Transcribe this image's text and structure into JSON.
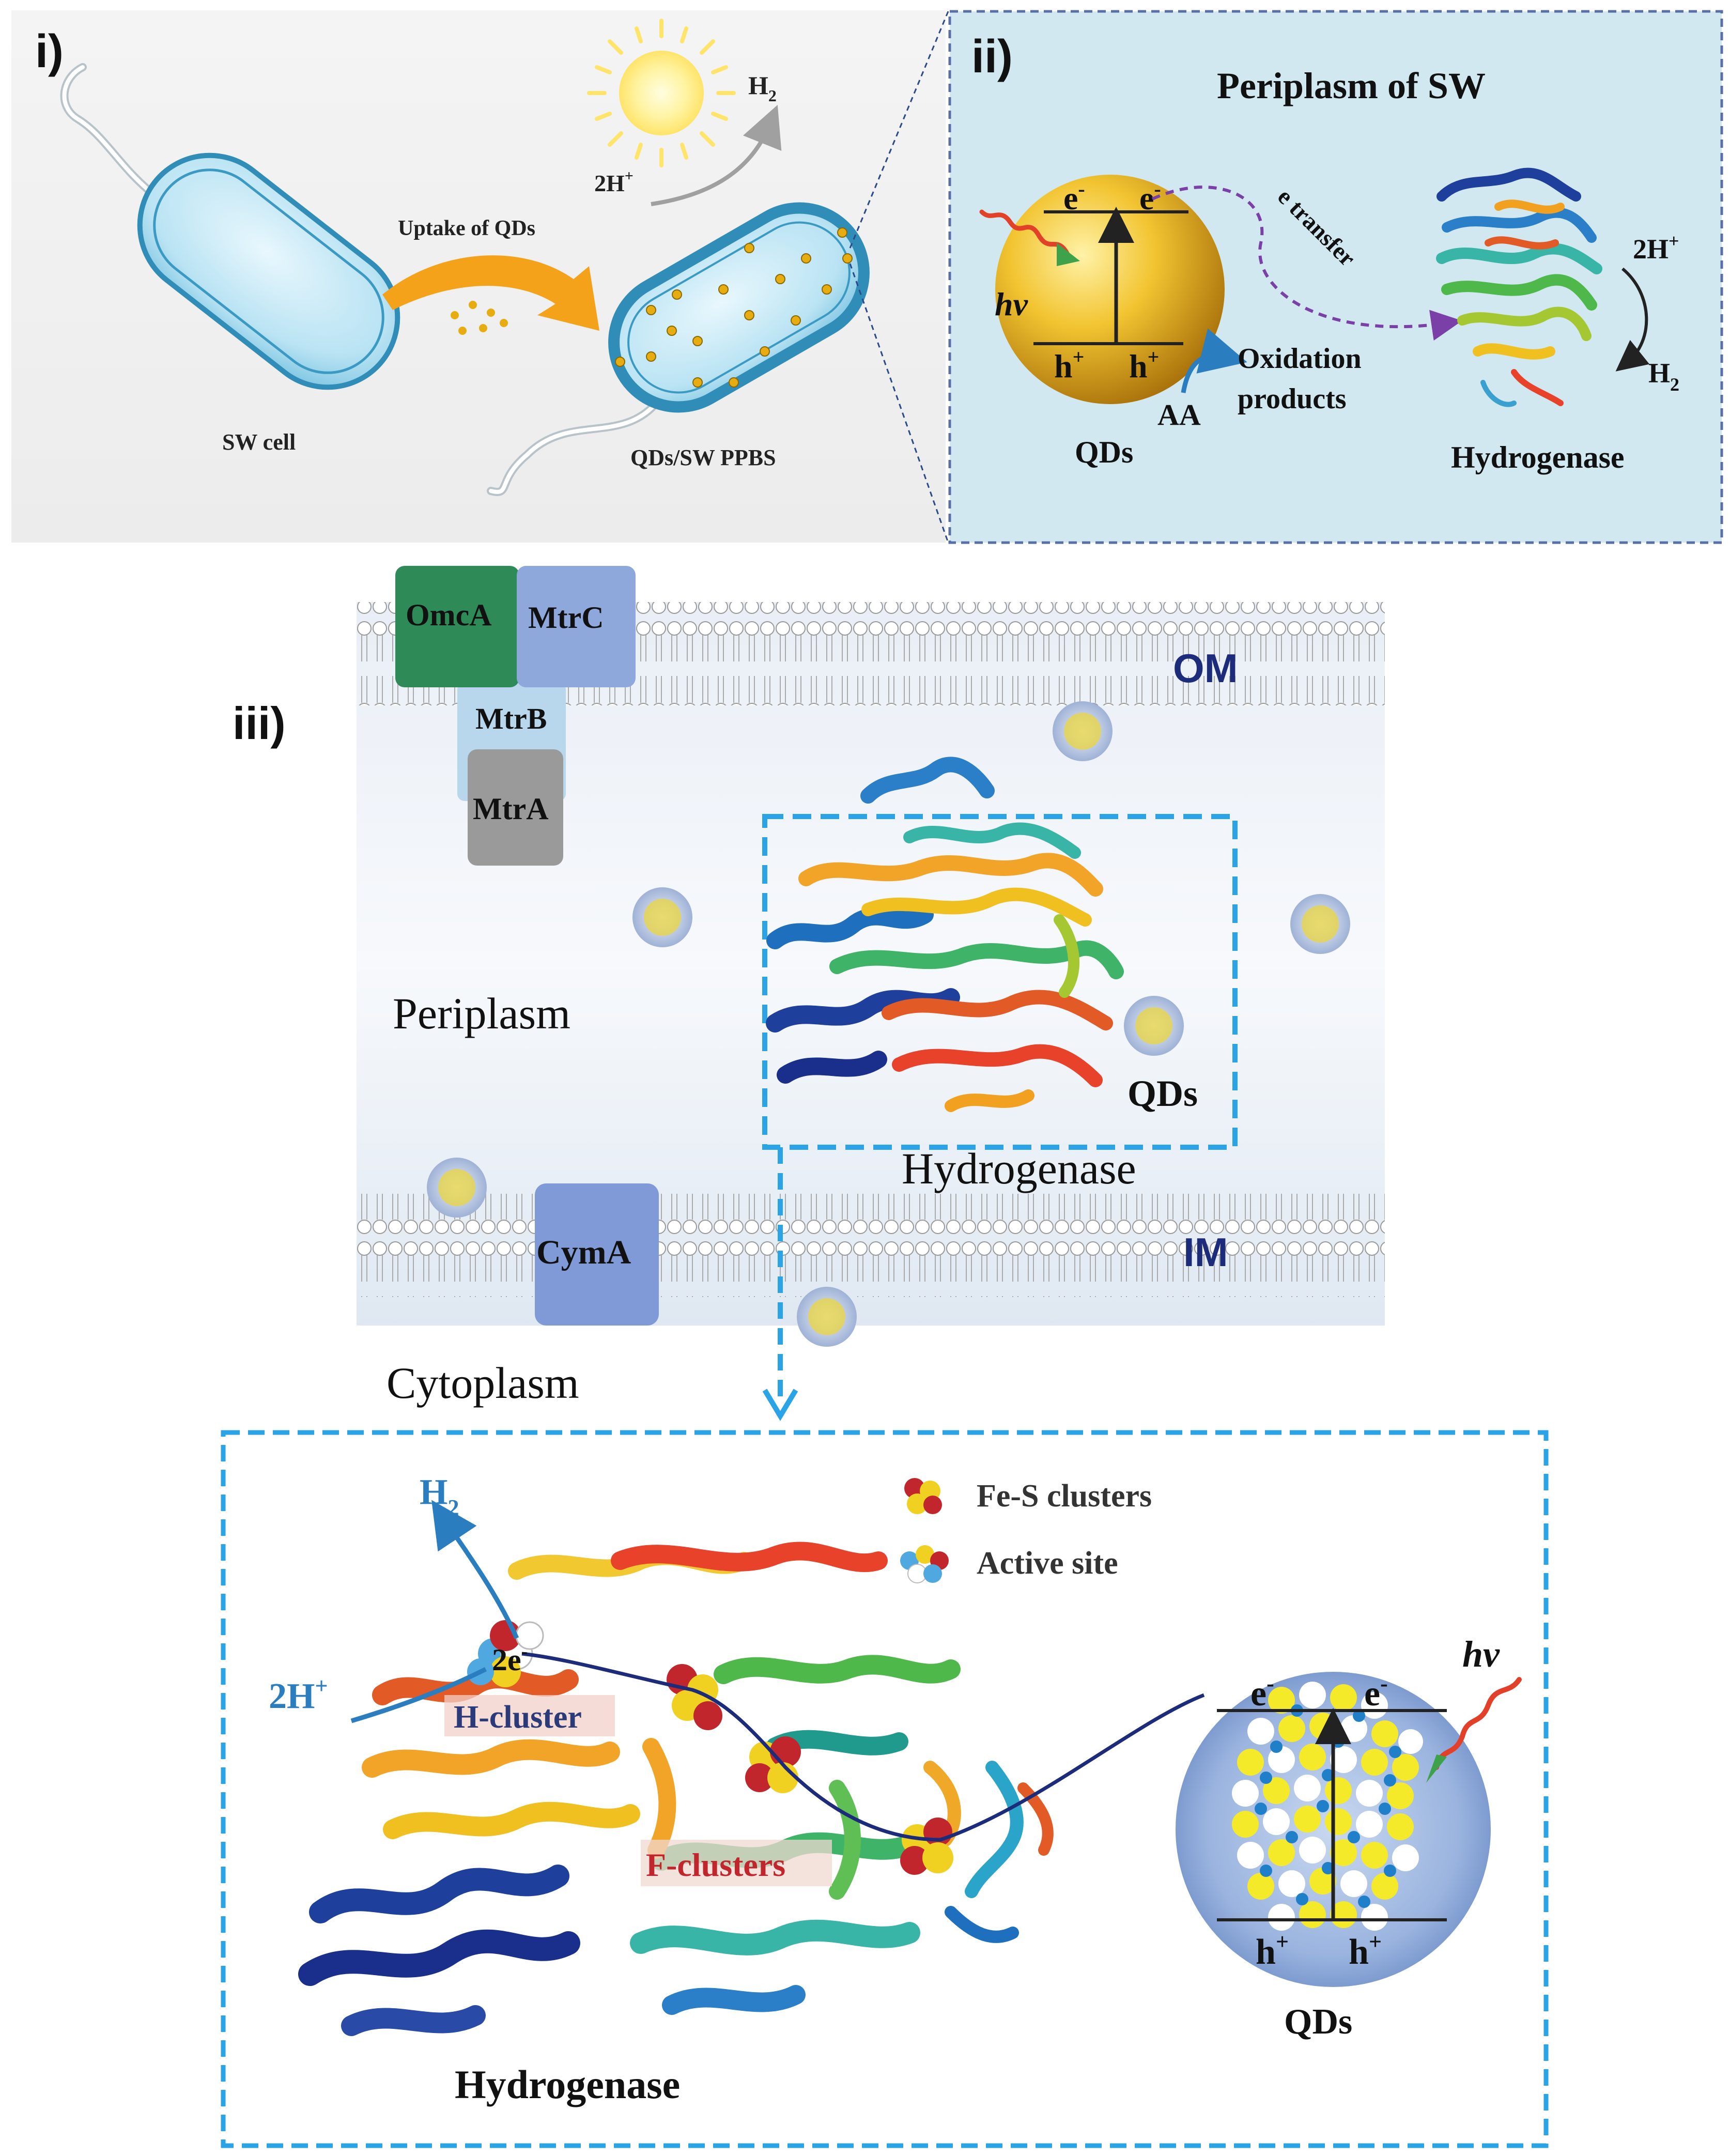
{
  "panels": {
    "i": {
      "label": "i)",
      "h2": "H",
      "h2_sub": "2",
      "two_h": "2H",
      "plus": "+",
      "uptake": "Uptake of  QDs",
      "sw_cell": "SW cell",
      "qds_sw": "QDs/SW PPBS"
    },
    "ii": {
      "label": "ii)",
      "title": "Periplasm of SW",
      "e_minus_1": "e",
      "e_minus_2": "e",
      "minus": "-",
      "e_transfer": "e  transfer",
      "hv": "hv",
      "h_plus_1": "h",
      "h_plus_2": "h",
      "plus": "+",
      "aa": "AA",
      "oxidation": "Oxidation",
      "products": "products",
      "qds": "QDs",
      "hydrogenase": "Hydrogenase",
      "two_h": "2H",
      "h2": "H",
      "h2_sub": "2"
    },
    "iii": {
      "label": "iii)",
      "omca": "OmcA",
      "mtrc": "MtrC",
      "mtrb": "MtrB",
      "mtra": "MtrA",
      "om": "OM",
      "im": "IM",
      "periplasm": "Periplasm",
      "qds": "QDs",
      "hydrogenase": "Hydrogenase",
      "cyma": "CymA",
      "cytoplasm": "Cytoplasm"
    },
    "zoom": {
      "h2": "H",
      "h2_sub": "2",
      "two_h": "2H",
      "plus": "+",
      "two_e": "2e",
      "minus": "-",
      "h_cluster": "H-cluster",
      "f_clusters": "F-clusters",
      "legend_fes": "Fe-S clusters",
      "legend_active": "Active site",
      "hv": "hv",
      "e1": "e",
      "e2": "e",
      "h1": "h",
      "h2p": "h",
      "qds": "QDs",
      "hydrogenase": "Hydrogenase"
    }
  },
  "colors": {
    "cell_fill": "#a9dcef",
    "cell_edge": "#2f8db8",
    "arrow_orange": "#f5a21b",
    "qd_gold": "#e7ac10",
    "panel_bg": "#d2e8f1",
    "dashed_blue": "#2b7bc0",
    "dashed_purple": "#7b3fa8",
    "omca": "#2e8b57",
    "mtrc": "#8fa8dc",
    "mtrb": "#b8d6ec",
    "mtra": "#9a9a9a",
    "cyma": "#7f9ad6",
    "label_navy": "#1d2c7a",
    "f_red": "#c0262c",
    "h_navy": "#2b3b7a"
  }
}
